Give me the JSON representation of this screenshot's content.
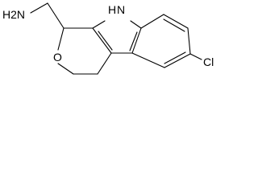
{
  "molecule": {
    "labels": {
      "amine": "H2N",
      "indole_nh": "H",
      "indole_n": "N",
      "ring_oxygen": "O",
      "chlorine": "Cl"
    }
  }
}
